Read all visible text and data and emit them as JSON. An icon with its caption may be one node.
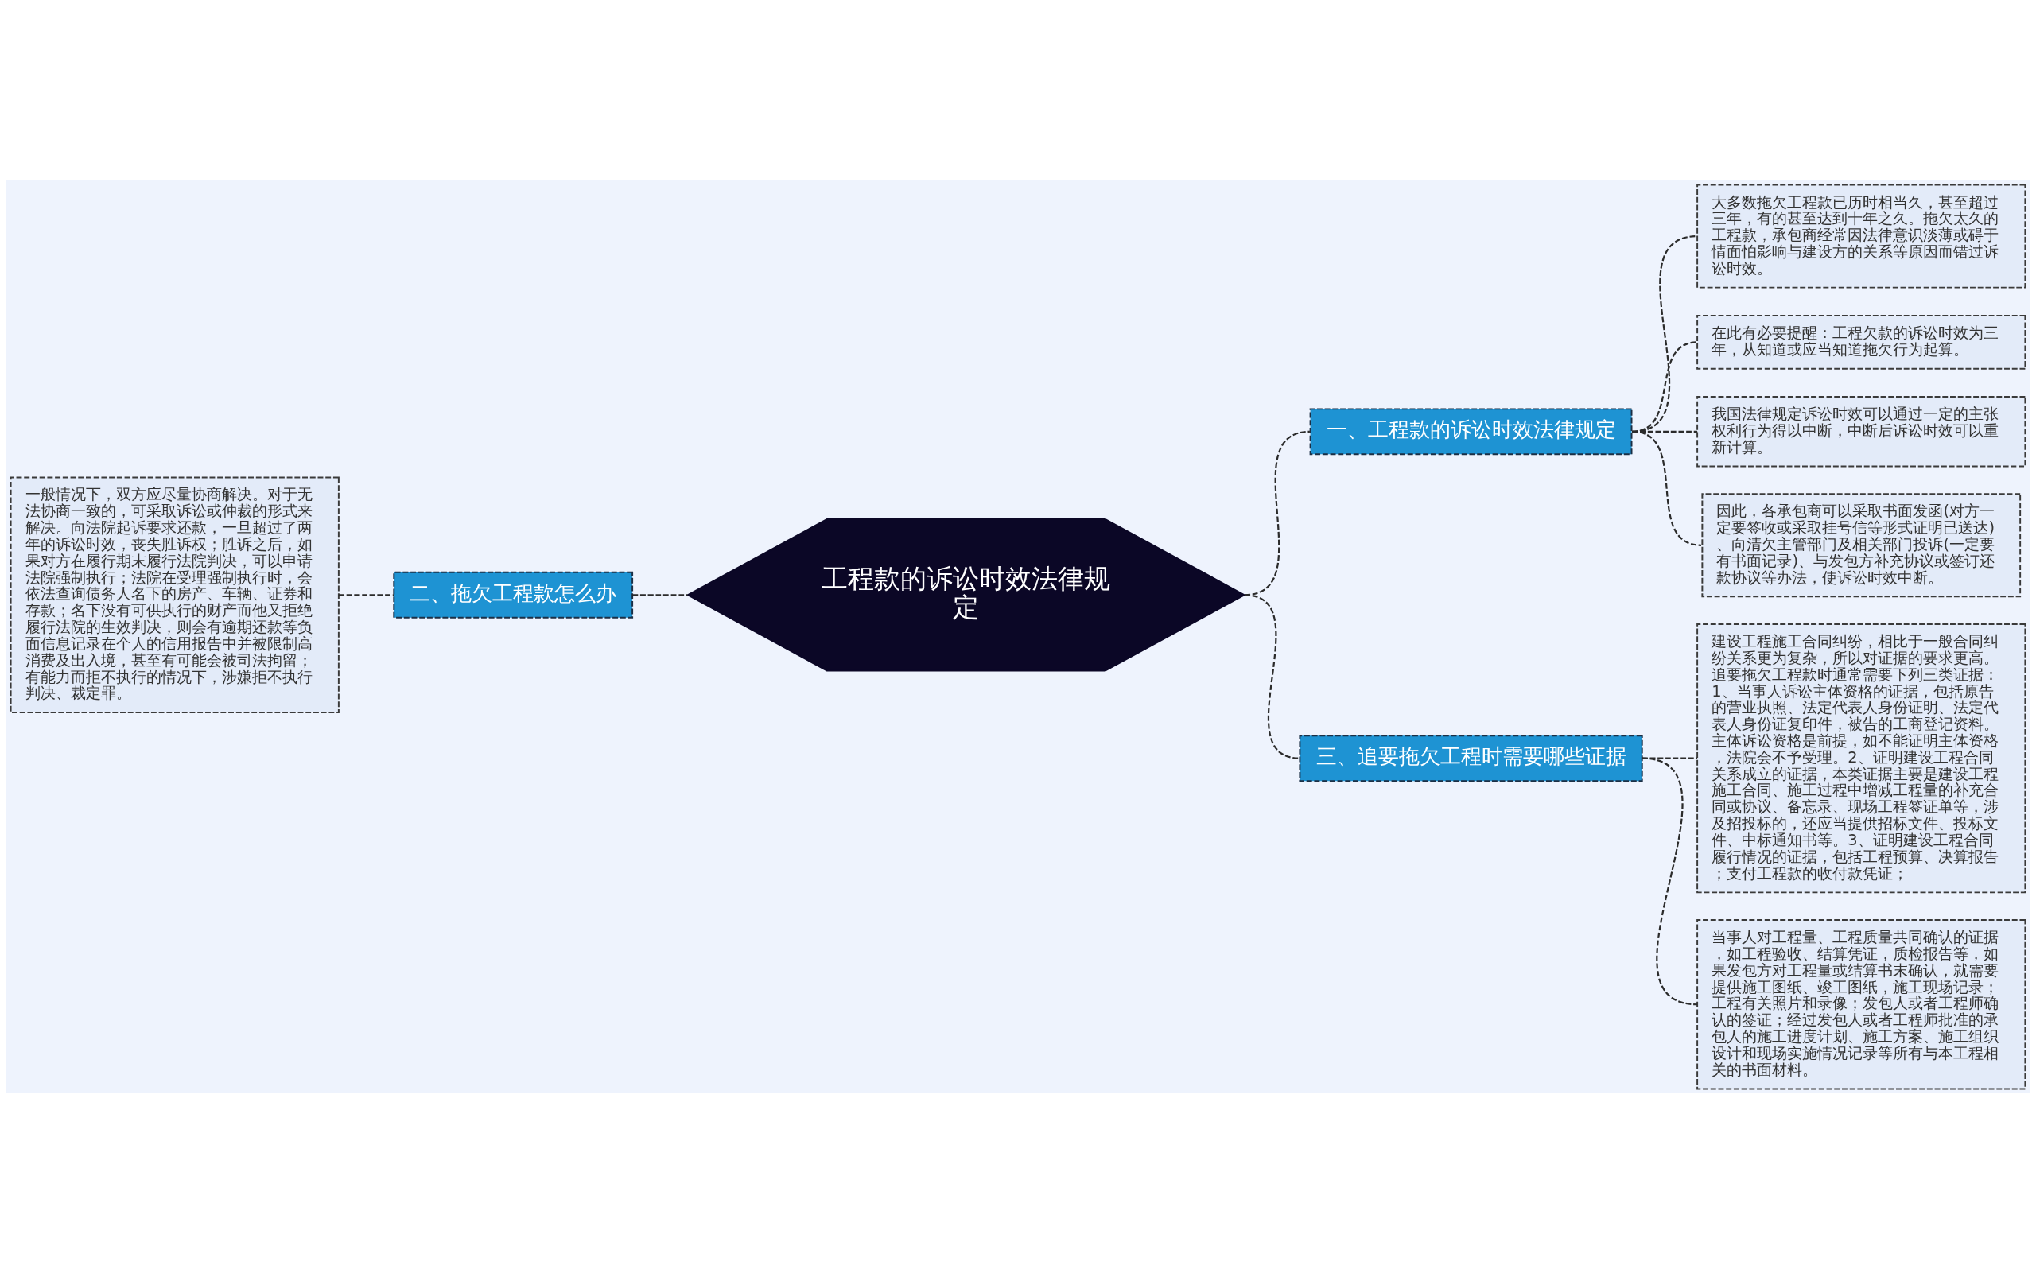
{
  "diagram": {
    "nodes": [
      {
        "text": [
          "工程款的诉讼时效法律规定"
        ]
      },
      {
        "text": [
          "一、工程款的诉讼时效法律规定"
        ]
      },
      {
        "text": [
          "大多数拖欠工程款已历时相当久，甚至超过三年，有的甚至达到十年之久。拖欠太久的工程款，承包商经常因法律意识淡薄或碍于情面怕影响与建设方的关系等原因而错过诉讼时效。"
        ]
      },
      {
        "text": [
          "在此有必要提醒：工程欠款的诉讼时效为三年，从知道或应当知道拖欠行为起算。"
        ]
      },
      {
        "text": [
          "我国法律规定诉讼时效可以通过一定的主张权利行为得以中断，中断后诉讼时效可以重新计算。"
        ]
      },
      {
        "text": [
          "因此，各承包商可以采取书面发函(对方一定要签收或采取挂号信等形式证明已送达)、向清欠主管部门及相关部门投诉(一定要有书面记录)、与发包方补充协议或签订还款协议等办法，使诉讼时效中断。"
        ]
      },
      {
        "text": [
          "二、拖欠工程款怎么办"
        ]
      },
      {
        "text": [
          "一般情况下，双方应尽量协商解决。对于无法协商一致的，可采取诉讼或仲裁的形式来解决。向法院起诉要求还款，一旦超过了两年的诉讼时效，丧失胜诉权；胜诉之后，如果对方在履行期末履行法院判决，可以申请法院强制执行；法院在受理强制执行时，会依法查询债务人名下的房产、车辆、证券和存款；名下没有可供执行的财产而他又拒绝履行法院的生效判决，则会有逾期还款等负面信息记录在个人的信用报告中并被限制高消费及出入境，甚至有可能会被司法拘留；有能力而拒不执行的情况下，涉嫌拒不执行判决、裁定罪。"
        ]
      },
      {
        "text": [
          "三、追要拖欠工程时需要哪些证据"
        ]
      },
      {
        "text": [
          "建设工程施工合同纠纷，相比于一般合同纠纷关系更为复杂，所以对证据的要求更高。追要拖欠工程款时通常需要下列三类证据：1、当事人诉讼主体资格的证据，包括原告的营业执照、法定代表人身份证明、法定代表人身份证复印件，被告的工商登记资料。主体诉讼资格是前提，如不能证明主体资格，法院会不予受理。2、证明建设工程合同关系成立的证据，本类证据主要是建设工程施工合同、施工过程中增减工程量的补充合同或协议、备忘录、现场工程签证单等，涉及招投标的，还应当提供招标文件、投标文件、中标通知书等。3、证明建设工程合同履行情况的证据，包括工程预算、决算报告；支付工程款的收付款凭证；"
        ]
      },
      {
        "text": [
          "当事人对工程量、工程质量共同确认的证据，如工程验收、结算凭证，质检报告等，如果发包方对工程量或结算书末确认，就需要提供施工图纸、竣工图纸，施工现场记录；工程有关照片和录像；发包人或者工程师确认的签证；经过发包人或者工程师批准的承包人的施工进度计划、施工方案、施工组织设计和现场实施情况记录等所有与本工程相关的书面材料。"
        ]
      }
    ],
    "edges": [
      {
        "from": 0,
        "to": 1,
        "arrow": "none",
        "style": "dashed"
      },
      {
        "from": 1,
        "to": 2,
        "arrow": "none",
        "style": "dashed"
      },
      {
        "from": 1,
        "to": 3,
        "arrow": "none",
        "style": "dashed"
      },
      {
        "from": 1,
        "to": 4,
        "arrow": "none",
        "style": "dashed"
      },
      {
        "from": 1,
        "to": 5,
        "arrow": "none",
        "style": "dashed"
      },
      {
        "from": 6,
        "to": 0,
        "arrow": "none",
        "style": "dashed"
      },
      {
        "from": 7,
        "to": 6,
        "arrow": "none",
        "style": "dashed"
      },
      {
        "from": 0,
        "to": 8,
        "arrow": "none",
        "style": "dashed"
      },
      {
        "from": 8,
        "to": 9,
        "arrow": "none",
        "style": "dashed"
      },
      {
        "from": 8,
        "to": 10,
        "arrow": "none",
        "style": "dashed"
      }
    ]
  }
}
